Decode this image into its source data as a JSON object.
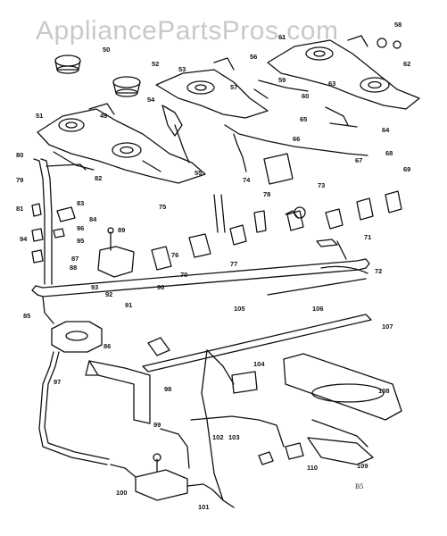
{
  "watermark": "AppliancePartsPros.com",
  "diagram_code": "B5",
  "labels": [
    "49",
    "50",
    "51",
    "52",
    "53",
    "54",
    "55",
    "56",
    "57",
    "58",
    "59",
    "60",
    "61",
    "62",
    "63",
    "64",
    "65",
    "66",
    "67",
    "68",
    "69",
    "70",
    "71",
    "72",
    "73",
    "74",
    "75",
    "76",
    "77",
    "78",
    "79",
    "80",
    "81",
    "82",
    "83",
    "84",
    "85",
    "86",
    "87",
    "88",
    "89",
    "90",
    "91",
    "92",
    "93",
    "94",
    "95",
    "96",
    "97",
    "98",
    "99",
    "100",
    "101",
    "102",
    "103",
    "104",
    "105",
    "106",
    "107",
    "108",
    "109",
    "110"
  ]
}
